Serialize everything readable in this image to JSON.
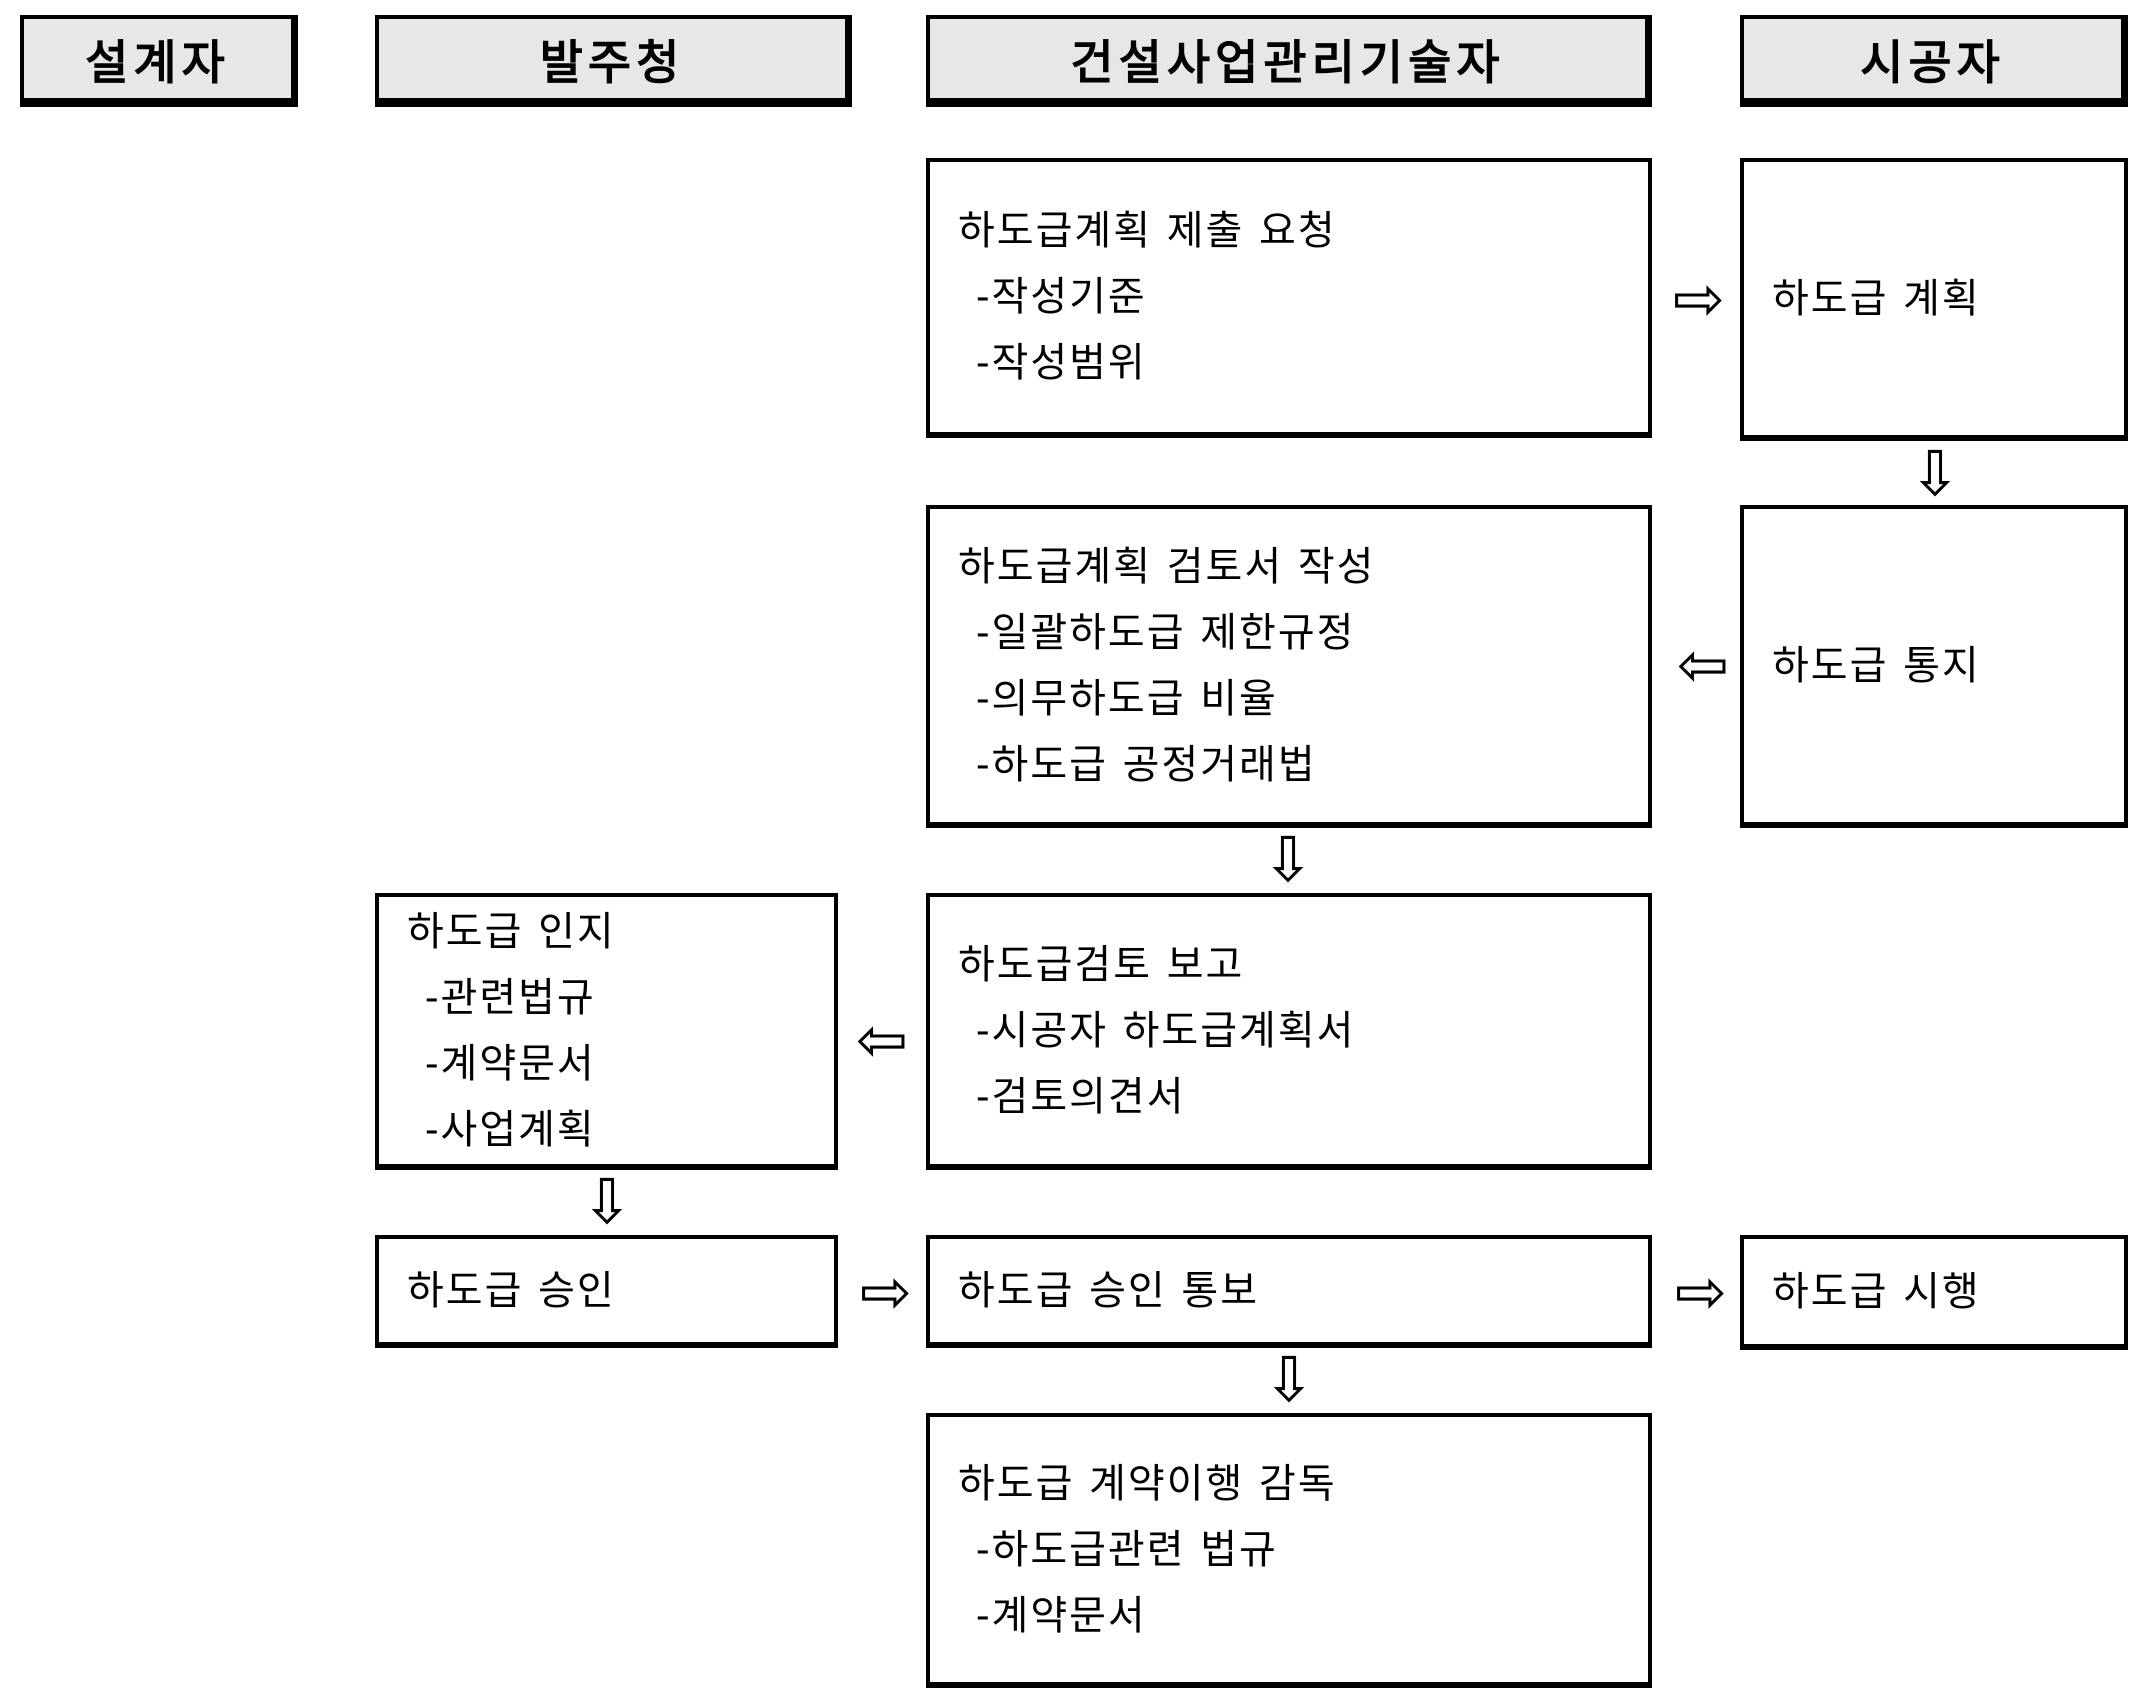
{
  "diagram": {
    "title_implicit": "subcontract-management-flow",
    "background_color": "#ffffff",
    "line_color": "#000000",
    "header_fill": "#e7e7e7"
  },
  "columns": [
    {
      "label": "설계자"
    },
    {
      "label": "발주청"
    },
    {
      "label": "건설사업관리기술자"
    },
    {
      "label": "시공자"
    }
  ],
  "boxes": {
    "submit_request": {
      "column": "건설사업관리기술자",
      "lines": [
        "하도급계획 제출 요청",
        "-작성기준",
        "-작성범위"
      ]
    },
    "subcontract_plan": {
      "column": "시공자",
      "lines": [
        "하도급 계획"
      ]
    },
    "review_prepare": {
      "column": "건설사업관리기술자",
      "lines": [
        "하도급계획 검토서 작성",
        "-일괄하도급 제한규정",
        "-의무하도급 비율",
        "-하도급 공정거래법"
      ]
    },
    "subcontract_notice": {
      "column": "시공자",
      "lines": [
        "하도급 통지"
      ]
    },
    "review_report": {
      "column": "건설사업관리기술자",
      "lines": [
        "하도급검토 보고",
        "-시공자 하도급계획서",
        "-검토의견서"
      ]
    },
    "subcontract_recognition": {
      "column": "발주청",
      "lines": [
        "하도급 인지",
        "-관련법규",
        "-계약문서",
        "-사업계획"
      ]
    },
    "subcontract_approval": {
      "column": "발주청",
      "lines": [
        "하도급 승인"
      ]
    },
    "approval_notification": {
      "column": "건설사업관리기술자",
      "lines": [
        "하도급 승인 통보"
      ]
    },
    "subcontract_execution": {
      "column": "시공자",
      "lines": [
        "하도급 시행"
      ]
    },
    "contract_supervision": {
      "column": "건설사업관리기술자",
      "lines": [
        "하도급 계약이행 감독",
        "-하도급관련 법규",
        "-계약문서"
      ]
    }
  },
  "icons": {
    "right_arrow": "⇨",
    "left_arrow": "⇦",
    "down_arrow": "⇩"
  }
}
